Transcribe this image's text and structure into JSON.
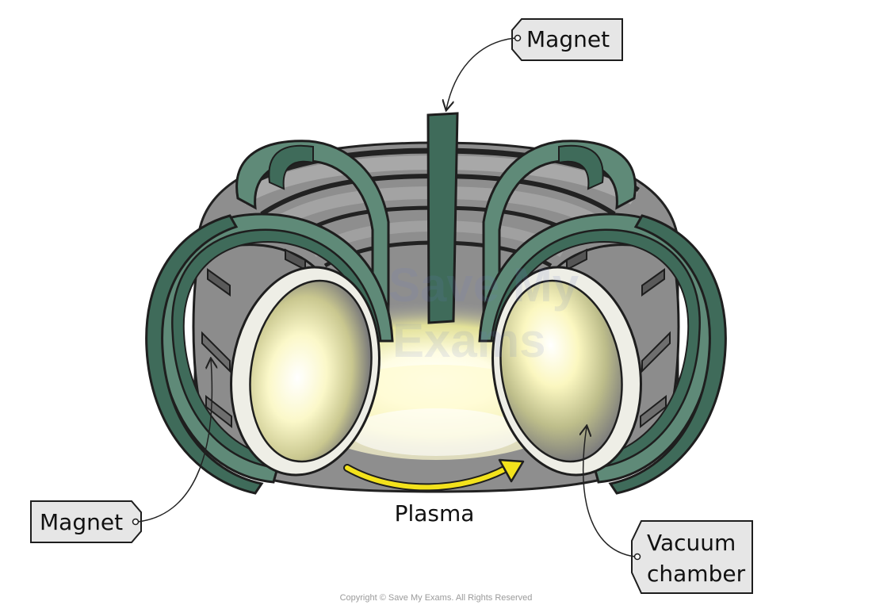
{
  "labels": {
    "magnet_top": "Magnet",
    "magnet_left": "Magnet",
    "plasma": "Plasma",
    "vacuum_line1": "Vacuum",
    "vacuum_line2": "chamber"
  },
  "watermark": {
    "line1": "Save My",
    "line2": "Exams"
  },
  "copyright": "Copyright © Save My Exams. All Rights Reserved",
  "colors": {
    "magnet_dark": "#3f6b5a",
    "magnet_light": "#5f8a78",
    "chamber_grey": "#8f8f8f",
    "plasma_glow": "#fffbd0",
    "arrow_yellow": "#f3e21c",
    "tag_fill": "#e6e6e6"
  }
}
